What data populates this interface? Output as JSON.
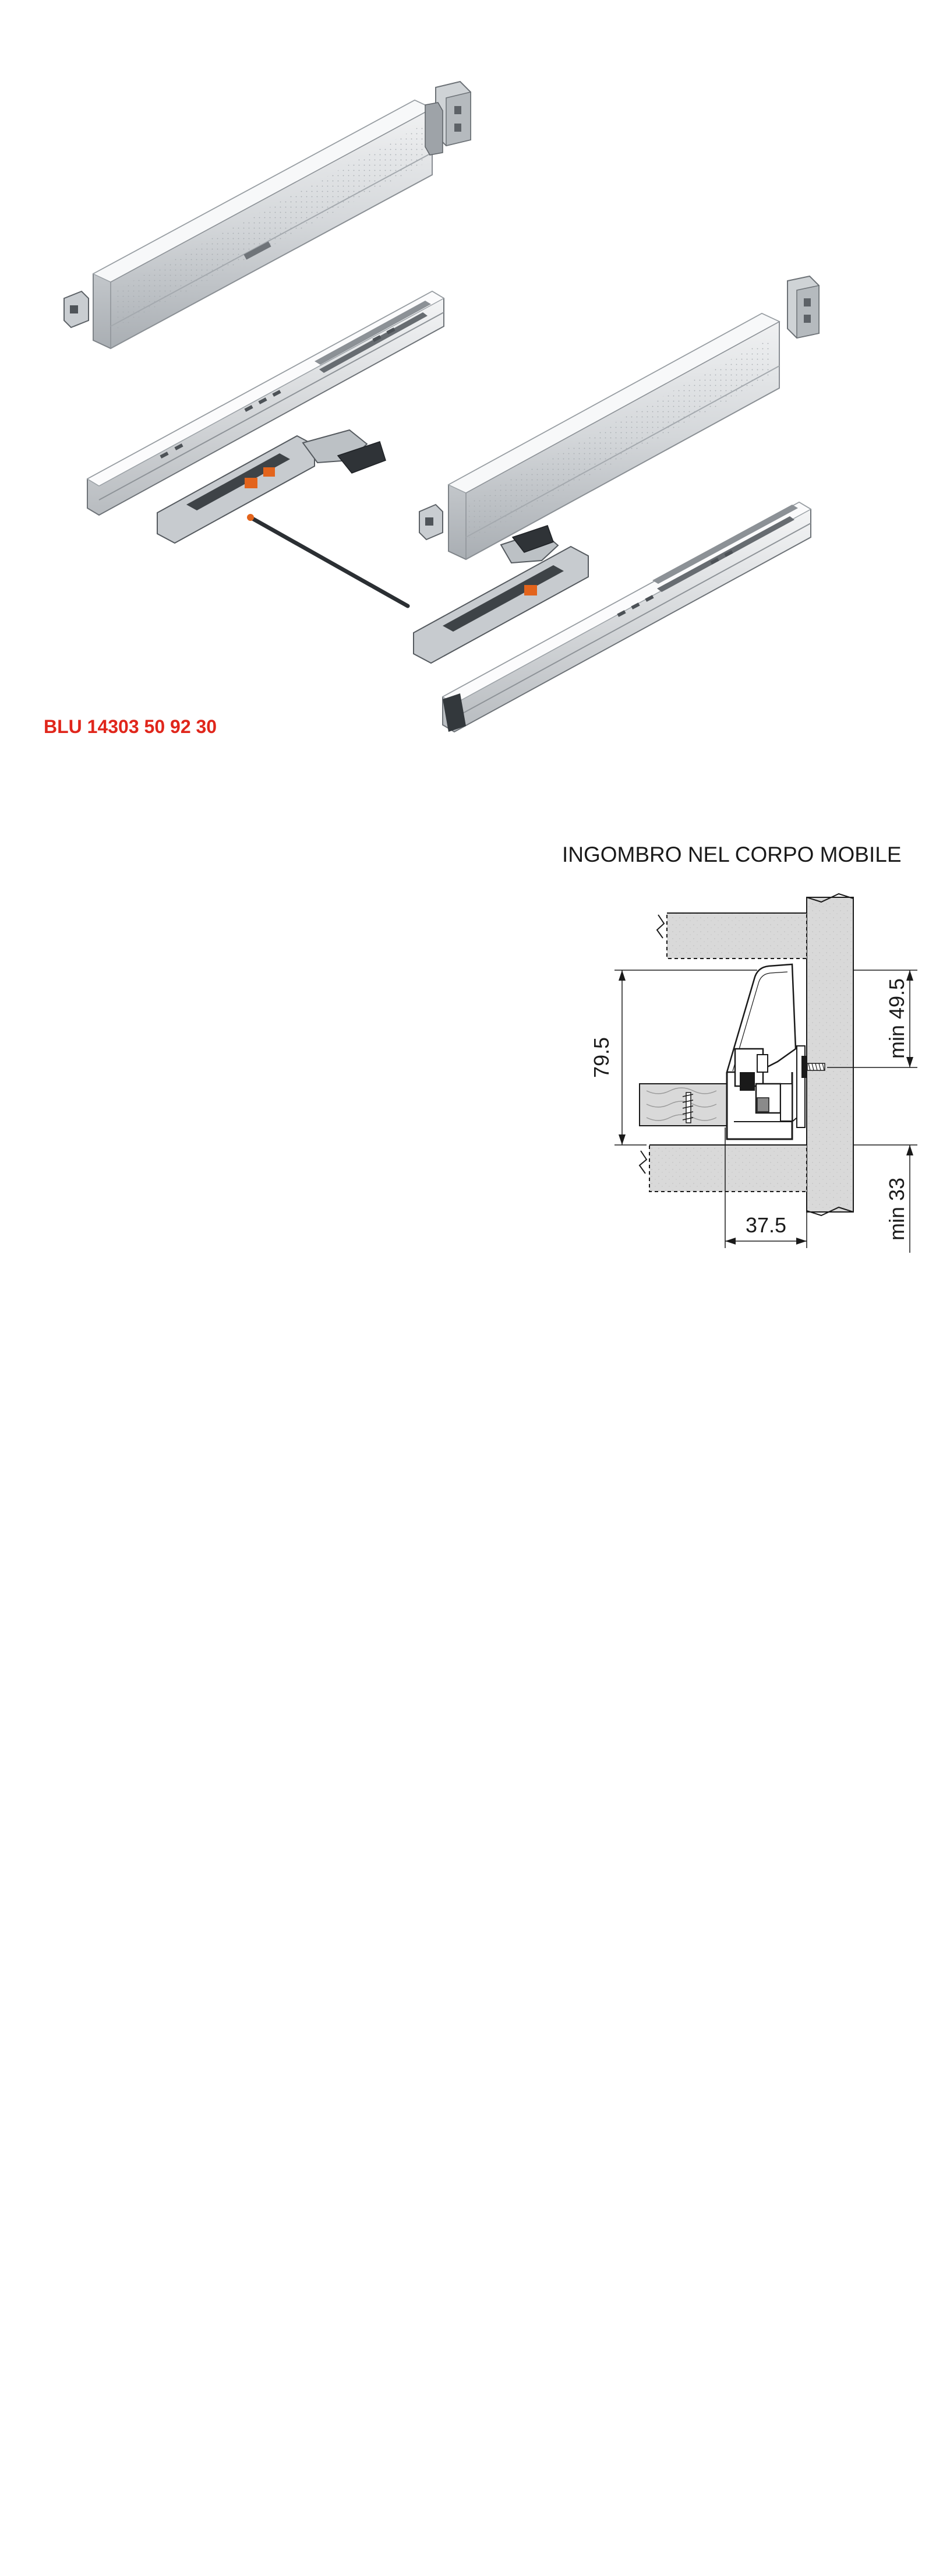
{
  "product": {
    "code": "BLU 14303 50 92 30"
  },
  "section": {
    "title": "INGOMBRO NEL CORPO MOBILE"
  },
  "dimensions": {
    "height": "79.5",
    "top_clearance": "min 49.5",
    "bottom_clearance": "min 33",
    "side_depth": "37.5"
  },
  "colors": {
    "code_red": "#e0261b",
    "line": "#1a1a1a",
    "panel_grey": "#d9d9d9",
    "metal_light": "#e6e8ea",
    "metal_mid": "#c3c7cb",
    "metal_dark": "#8e9398"
  }
}
